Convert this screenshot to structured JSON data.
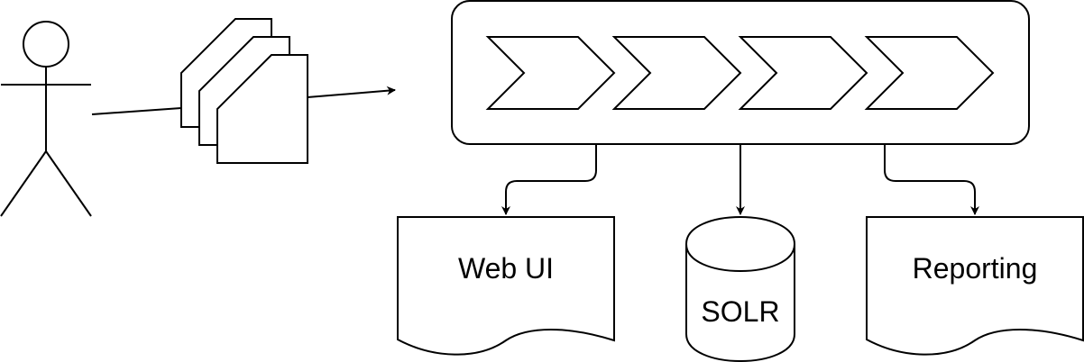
{
  "nodes": {
    "web_ui": {
      "label": "Web UI"
    },
    "solr": {
      "label": "SOLR"
    },
    "reporting": {
      "label": "Reporting"
    }
  },
  "colors": {
    "stroke": "#000000",
    "fill": "#ffffff"
  }
}
